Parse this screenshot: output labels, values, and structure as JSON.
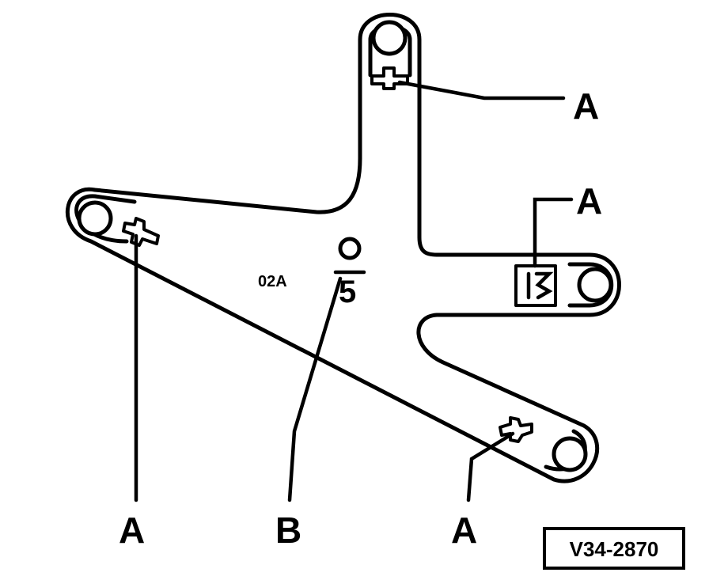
{
  "diagram": {
    "part_code": "02A",
    "stamp_digit": "5",
    "reference_number": "V34-2870",
    "callouts": {
      "a_top": "A",
      "a_right": "A",
      "a_bottom_left": "A",
      "b_bottom": "B",
      "a_bottom_right": "A"
    }
  }
}
